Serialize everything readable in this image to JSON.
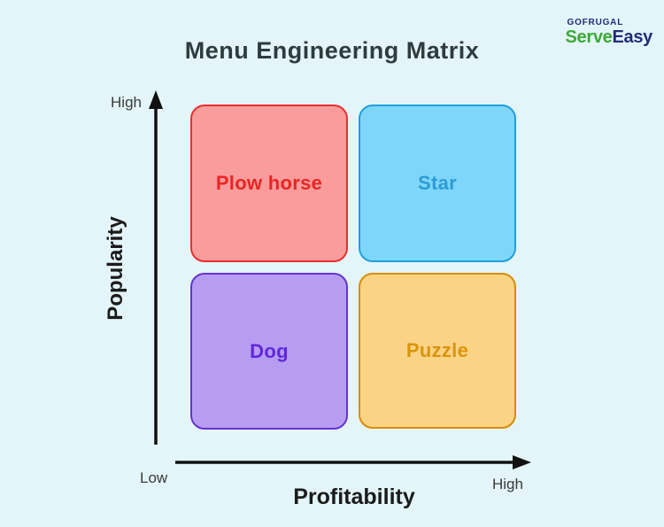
{
  "page": {
    "background_color": "#e3f5f8"
  },
  "title": {
    "text": "Menu Engineering Matrix",
    "color": "#2f3b3e"
  },
  "logo": {
    "brand": "GOFRUGAL",
    "product_serve": "Serve",
    "product_easy": "Easy",
    "brand_color": "#232b7a",
    "serve_color": "#3baa36",
    "easy_color": "#232b7a"
  },
  "axes": {
    "y": {
      "title": "Popularity",
      "high_label": "High"
    },
    "x": {
      "title": "Profitability",
      "low_label": "Low",
      "high_label": "High"
    },
    "line_color": "#111111"
  },
  "quadrants": [
    {
      "id": "plow-horse",
      "label": "Plow horse",
      "position": "top-left",
      "meaning": "high popularity, low profitability",
      "fill": "#fa9c9c",
      "border": "#ea2e2e",
      "text_color": "#e92525"
    },
    {
      "id": "star",
      "label": "Star",
      "position": "top-right",
      "meaning": "high popularity, high profitability",
      "fill": "#7ed7fb",
      "border": "#219fdc",
      "text_color": "#2d9bd6"
    },
    {
      "id": "dog",
      "label": "Dog",
      "position": "bottom-left",
      "meaning": "low popularity, low profitability",
      "fill": "#b79df2",
      "border": "#6633cf",
      "text_color": "#6127da"
    },
    {
      "id": "puzzle",
      "label": "Puzzle",
      "position": "bottom-right",
      "meaning": "low popularity, high profitability",
      "fill": "#fbd385",
      "border": "#d78e02",
      "text_color": "#da940c"
    }
  ]
}
